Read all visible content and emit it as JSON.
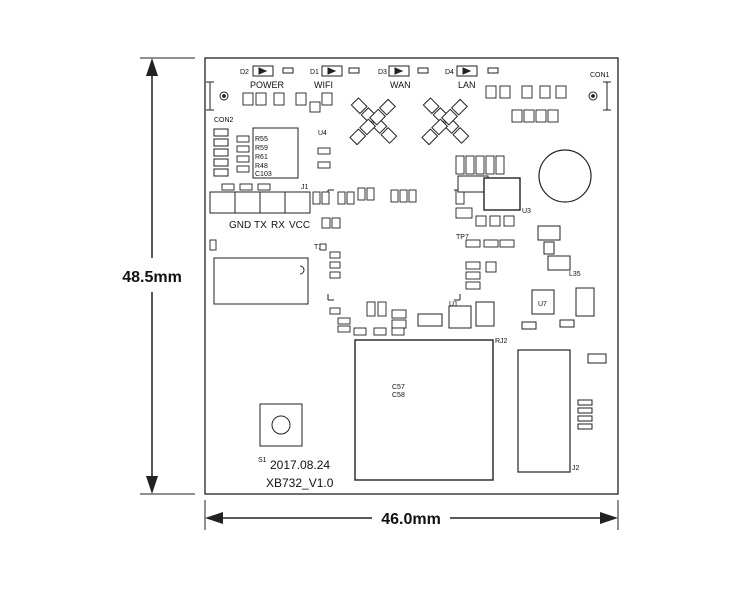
{
  "dimensions": {
    "height_label": "48.5mm",
    "width_label": "46.0mm"
  },
  "board": {
    "date": "2017.08.24",
    "version": "XB732_V1.0",
    "leds": [
      {
        "designator": "D2",
        "label": "POWER"
      },
      {
        "designator": "D1",
        "label": "WIFI"
      },
      {
        "designator": "D3",
        "label": "WAN"
      },
      {
        "designator": "D4",
        "label": "LAN"
      }
    ],
    "header_pins": [
      "GND",
      "TX",
      "RX",
      "VCC"
    ],
    "connectors": {
      "con1": "CON1",
      "con2": "CON2",
      "j1": "J1",
      "j2": "J2",
      "rj2": "RJ2",
      "s1": "S1",
      "u1": "U1",
      "u3": "U3",
      "u4": "U4",
      "u7": "U7",
      "t1": "T1",
      "l35": "L35",
      "tp7": "TP7"
    }
  },
  "colors": {
    "line": "#111111",
    "board_outline": "#222222"
  }
}
